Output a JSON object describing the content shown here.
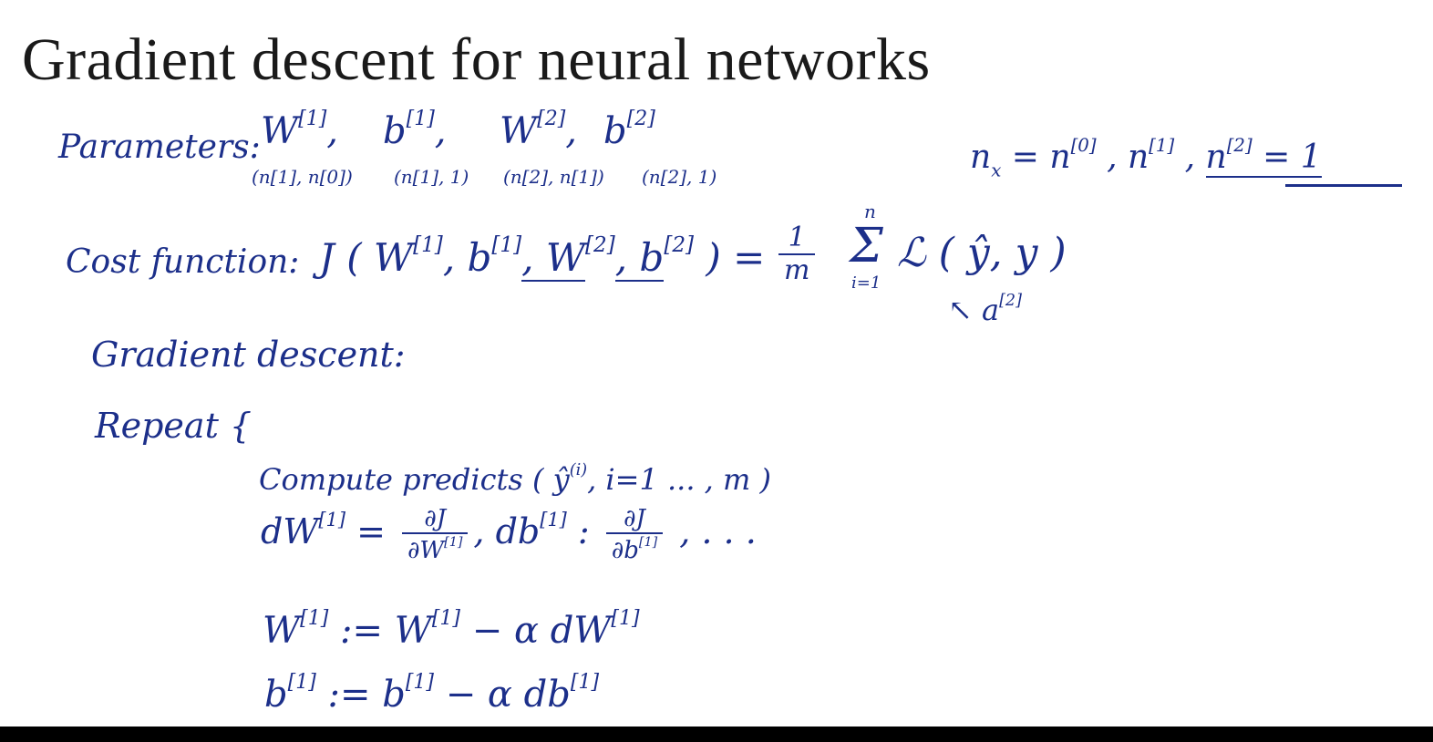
{
  "title": "Gradient descent for neural networks",
  "parameters": {
    "label": "Parameters:",
    "params": [
      {
        "sym": "W",
        "sup": "[1]",
        "shape": "(n[1], n[0])"
      },
      {
        "sym": "b",
        "sup": "[1]",
        "shape": "(n[1], 1)"
      },
      {
        "sym": "W",
        "sup": "[2]",
        "shape": "(n[2], n[1])"
      },
      {
        "sym": "b",
        "sup": "[2]",
        "shape": "(n[2], 1)"
      }
    ]
  },
  "dims": {
    "nx": "n",
    "nx_sub": "x",
    "eq1": " = n",
    "sup0": "[0]",
    "mid": " ,  n",
    "sup1": "[1]",
    "sep": " ,  ",
    "n2": "n",
    "sup2": "[2]",
    "eq2": " = 1"
  },
  "cost": {
    "label": "Cost function:",
    "lhs": "J ( W",
    "s1": "[1]",
    "b1": ", b",
    "s2": "[1]",
    "w2": ", W",
    "s3": "[2]",
    "b2": ", b",
    "s4": "[2]",
    "close": " ) =",
    "frac_num": "1",
    "frac_den": "m",
    "sum": "Σ",
    "sum_top": "n",
    "sum_bottom": "i=1",
    "loss": "ℒ ( ŷ, y )",
    "annotation": "↖ a",
    "annotation_sup": "[2]"
  },
  "gradient_descent": {
    "label": "Gradient descent:",
    "repeat": "Repeat  {",
    "compute": "Compute predicts  ( ŷ",
    "compute_sup": "(i)",
    "compute_rest": ",  i=1 ... , m )",
    "dW_lhs": "dW",
    "dW_sup": "[1]",
    "eq": " = ",
    "dW_num": "∂J",
    "dW_den": "∂W",
    "dW_den_sup": "[1]",
    "db_lhs": ",     db",
    "db_sup": "[1]",
    "db_eq": " : ",
    "db_num": "∂J",
    "db_den": "∂b",
    "db_den_sup": "[1]",
    "dots": " ,  . . .",
    "update_w": "W",
    "update_w_sup": "[1]",
    "update_w_rest1": " := W",
    "update_w_sup2": "[1]",
    "update_w_rest2": " − α dW",
    "update_w_sup3": "[1]",
    "update_b": "b",
    "update_b_sup": "[1]",
    "update_b_rest1": " := b",
    "update_b_sup2": "[1]",
    "update_b_rest2": " − α db",
    "update_b_sup3": "[1]"
  }
}
